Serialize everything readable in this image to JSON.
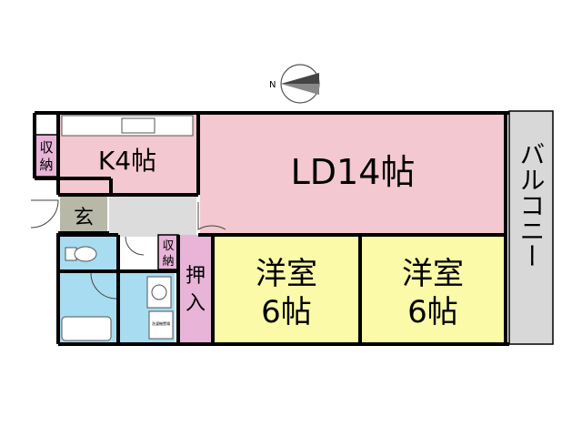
{
  "compass": {
    "north_label": "N"
  },
  "colors": {
    "kitchen_ldk": "#f4c8d0",
    "storage": "#e8b4d8",
    "western_room": "#fafaa8",
    "wet_area": "#a8dcf0",
    "entrance": "#b8b8a8",
    "hall": "#dcdcdc",
    "balcony": "#d8d8d8",
    "wall": "#000000"
  },
  "rooms": {
    "kitchen": "K4帖",
    "living_dining": "LD14帖",
    "western_room_1": {
      "name": "洋室",
      "size": "6帖"
    },
    "western_room_2": {
      "name": "洋室",
      "size": "6帖"
    },
    "closet_oshiire": {
      "line1": "押",
      "line2": "入"
    },
    "storage_kitchen": {
      "line1": "収",
      "line2": "納"
    },
    "storage_hall": {
      "line1": "収",
      "line2": "納"
    },
    "entrance": "玄",
    "balcony": "バルコニー"
  },
  "fixtures": {
    "washer_pan_note": "洗濯機置場"
  }
}
